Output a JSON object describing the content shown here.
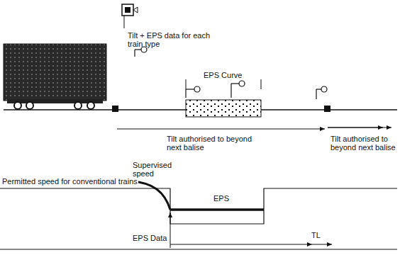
{
  "diagram": {
    "labels": [
      "Tilt + EPS data for each train type",
      "EPS Curve",
      "Tilt authorised to beyond next balise",
      "Tilt authorised to beyond next balise",
      "Permitted speed for conventional trains",
      "Supervised speed",
      "EPS",
      "EPS Data",
      "TL"
    ]
  }
}
